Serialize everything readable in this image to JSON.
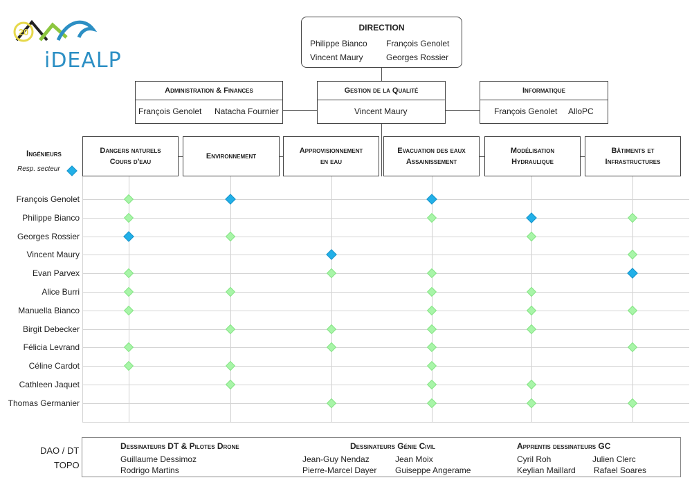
{
  "logo": {
    "text": "iDEALP",
    "badge": "20"
  },
  "direction": {
    "title": "DIRECTION",
    "members": [
      "Philippe Bianco",
      "François Genolet",
      "Vincent Maury",
      "Georges Rossier"
    ]
  },
  "departments": [
    {
      "title": "Administration & Finances",
      "members": [
        "François Genolet",
        "Natacha Fournier"
      ]
    },
    {
      "title": "Gestion de la Qualité",
      "members": [
        "Vincent Maury"
      ]
    },
    {
      "title": "Informatique",
      "members": [
        "François Genolet",
        "AlloPC"
      ]
    }
  ],
  "legend": {
    "engineers": "Ingénieurs",
    "resp": "Resp. secteur"
  },
  "sectors": [
    "Dangers naturels\nCours d'eau",
    "Environnement",
    "Approvisionnement\nen eau",
    "Evacuation des eaux\nAssainissement",
    "Modélisation\nHydraulique",
    "Bâtiments et\nInfrastructures"
  ],
  "engineers": [
    {
      "name": "François Genolet",
      "roles": [
        "m",
        "r",
        "",
        "r",
        "",
        ""
      ]
    },
    {
      "name": "Philippe Bianco",
      "roles": [
        "m",
        "",
        "",
        "m",
        "r",
        "m"
      ]
    },
    {
      "name": "Georges Rossier",
      "roles": [
        "r",
        "m",
        "",
        "",
        "m",
        ""
      ]
    },
    {
      "name": "Vincent Maury",
      "roles": [
        "",
        "",
        "r",
        "",
        "",
        "m"
      ]
    },
    {
      "name": "Evan Parvex",
      "roles": [
        "m",
        "",
        "m",
        "m",
        "",
        "r"
      ]
    },
    {
      "name": "Alice Burri",
      "roles": [
        "m",
        "m",
        "",
        "m",
        "m",
        ""
      ]
    },
    {
      "name": "Manuella Bianco",
      "roles": [
        "m",
        "",
        "",
        "m",
        "m",
        "m"
      ]
    },
    {
      "name": "Birgit Debecker",
      "roles": [
        "",
        "m",
        "m",
        "m",
        "m",
        ""
      ]
    },
    {
      "name": "Félicia Levrand",
      "roles": [
        "m",
        "",
        "m",
        "m",
        "",
        "m"
      ]
    },
    {
      "name": "Céline Cardot",
      "roles": [
        "m",
        "m",
        "",
        "m",
        "",
        ""
      ]
    },
    {
      "name": "Cathleen Jaquet",
      "roles": [
        "",
        "m",
        "",
        "m",
        "m",
        ""
      ]
    },
    {
      "name": "Thomas Germanier",
      "roles": [
        "",
        "",
        "m",
        "m",
        "m",
        "m"
      ]
    }
  ],
  "bottom": {
    "label_line1": "DAO / DT",
    "label_line2": "TOPO",
    "groups": [
      {
        "title": "Dessinateurs DT & Pilotes Drone",
        "members": [
          "Guillaume Dessimoz",
          "Rodrigo Martins"
        ]
      },
      {
        "title": "Dessinateurs Génie Civil",
        "members": [
          "Jean-Guy Nendaz",
          "Jean Moix",
          "Pierre-Marcel Dayer",
          "Guiseppe Angerame"
        ]
      },
      {
        "title": "Apprentis dessinateurs GC",
        "members": [
          "Cyril Roh",
          "Julien Clerc",
          "Keylian Maillard",
          "Rafael Soares"
        ]
      }
    ]
  },
  "colors": {
    "member": "#a8f5a8",
    "responsible": "#22b0e8",
    "logo_blue": "#2c8fc4",
    "logo_green": "#8cc63f",
    "logo_yellow": "#e6d84a"
  }
}
